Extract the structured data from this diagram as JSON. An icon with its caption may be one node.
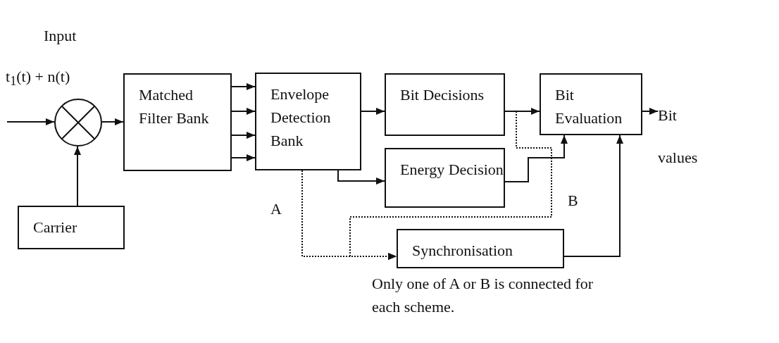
{
  "diagram": {
    "nodes": [
      {
        "text": [],
        "shape": "circle"
      },
      {
        "text": [
          "Matched Filter Bank"
        ]
      },
      {
        "text": [
          "Envelope Detection Bank"
        ]
      },
      {
        "text": [
          "Bit Decisions"
        ]
      },
      {
        "text": [
          "Energy Decision"
        ]
      },
      {
        "text": [
          "Bit Evaluation"
        ]
      },
      {
        "text": [
          "Carrier"
        ]
      },
      {
        "text": [
          "Synchronisation"
        ]
      },
      {
        "text": [
          "Bit values"
        ]
      }
    ],
    "edges": [
      {
        "from": null,
        "to": 0,
        "arrow": "to"
      },
      {
        "from": 6,
        "to": 0,
        "arrow": "to"
      },
      {
        "from": 0,
        "to": 1,
        "arrow": "to"
      },
      {
        "from": 1,
        "to": 2,
        "arrow": "to"
      },
      {
        "from": 1,
        "to": 2,
        "arrow": "to"
      },
      {
        "from": 1,
        "to": 2,
        "arrow": "to"
      },
      {
        "from": 1,
        "to": 2,
        "arrow": "to"
      },
      {
        "from": 2,
        "to": 3,
        "arrow": "to"
      },
      {
        "from": 2,
        "to": 4,
        "arrow": "to"
      },
      {
        "from": 3,
        "to": 5,
        "arrow": "to"
      },
      {
        "from": 4,
        "to": 5,
        "arrow": "to"
      },
      {
        "from": 7,
        "to": 5,
        "arrow": "to"
      },
      {
        "from": 5,
        "to": 8,
        "arrow": "to"
      },
      {
        "from": 2,
        "to": 7,
        "arrow": "to",
        "style": "dashed"
      },
      {
        "from": 3,
        "to": 7,
        "arrow": "to",
        "style": "dashed"
      }
    ],
    "labels": [
      "Input",
      "t$_{1}$(t) + n(t)",
      "A",
      "B",
      "Only one of A or B is connected for each scheme."
    ]
  }
}
